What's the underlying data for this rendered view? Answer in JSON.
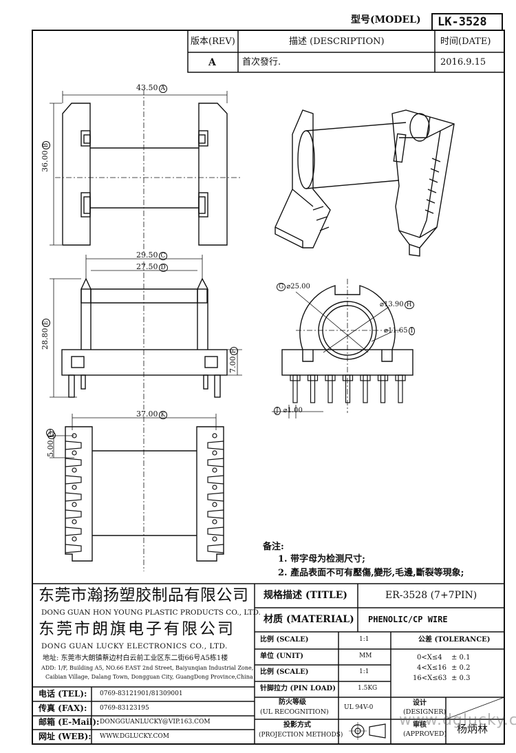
{
  "header": {
    "model_label": "型号(MODEL)",
    "model_value": "LK-3528"
  },
  "revision": {
    "col_rev": "版本(REV)",
    "col_desc": "描述 (DESCRIPTION)",
    "col_date": "时间(DATE)",
    "rev": "A",
    "desc": "首次發行.",
    "date": "2016.9.15"
  },
  "dimensions": {
    "top_width": "43.50",
    "top_width_tag": "A",
    "top_height": "36.00",
    "top_height_tag": "B",
    "side_width_outer": "29.50",
    "side_width_outer_tag": "C",
    "side_width_inner": "27.50",
    "side_width_inner_tag": "D",
    "side_height": "28.80",
    "side_height_tag": "E",
    "side_pin": "7.00",
    "side_pin_tag": "F",
    "bottom_width": "37.00",
    "bottom_width_tag": "K",
    "pin_pitch": "5.00",
    "pin_pitch_tag": "L",
    "pin_tag": "I",
    "outer_dia": "⌀25.00",
    "outer_dia_tag": "G",
    "inner_dia": "⌀13.90",
    "inner_dia_tag": "H",
    "bore_dia": "⌀11.65",
    "bore_dia_tag": "I",
    "pin_dia": "⌀1.00",
    "pin_dia_tag": "J"
  },
  "notes": {
    "title": "备注:",
    "items": [
      "1. 带字母为检测尺寸;",
      "2. 產品表面不可有壓傷,變形,毛邊,斷裂等現象;"
    ]
  },
  "company": {
    "cn1": "东莞市瀚扬塑胶制品有限公司",
    "en1": "DONG GUAN HON YOUNG PLASTIC PRODUCTS CO., LTD.",
    "cn2": "东莞市朗旗电子有限公司",
    "en2": "DONG GUAN LUCKY ELECTRONICS CO., LTD.",
    "address_cn": "地址: 东莞市大朗镇蔡边村白云前工业区东二街66号A5栋1楼",
    "address_en1": "ADD: 1/F, Building A5, NO.66 EAST 2nd Street, Baiyunqian Industrial Zone,",
    "address_en2": "Caibian Village, Dalang Town, Dongguan City, GuangDong Province,China"
  },
  "contacts": [
    {
      "label": "电话 (TEL):",
      "value": "0769-83121901/81309001"
    },
    {
      "label": "传真 (FAX):",
      "value": "0769-83123195"
    },
    {
      "label": "邮箱 (E-Mail):",
      "value": "DONGGUANLUCKY@VIP.163.COM"
    },
    {
      "label": "网址 (WEB):",
      "value": "WWW.DGLUCKY.COM"
    }
  ],
  "spec": {
    "title_label": "规格描述 (TITLE)",
    "title_value": "ER-3528 (7+7PIN)",
    "material_label": "材质 (MATERIAL)",
    "material_value": "PHENOLIC/CP WIRE",
    "rows": [
      {
        "label": "比例 (SCALE)",
        "value": "1:1"
      },
      {
        "label": "单位 (UNIT)",
        "value": "MM"
      },
      {
        "label": "比例 (SCALE)",
        "value": "1:1"
      },
      {
        "label": "针脚拉力 (PIN LOAD)",
        "value": "1.5KG"
      }
    ],
    "flame_label1": "防火等级",
    "flame_label2": "(UL RECOGNITION)",
    "flame_value": "UL 94V-0",
    "proj_label1": "投影方式",
    "proj_label2": "(PROJECTION METHODS)",
    "tolerance_title": "公差 (TOLERANCE)",
    "tolerances": [
      {
        "range": "0<X≤4",
        "value": "± 0.1"
      },
      {
        "range": "4<X≤16",
        "value": "± 0.2"
      },
      {
        "range": "16<X≤63",
        "value": "± 0.3"
      }
    ],
    "designer_label1": "设计",
    "designer_label2": "(DESIGNER)",
    "approved_label1": "审核",
    "approved_label2": "(APPROVED)",
    "approved_value": "杨炳林",
    "watermark": "www.dglucky.com"
  }
}
